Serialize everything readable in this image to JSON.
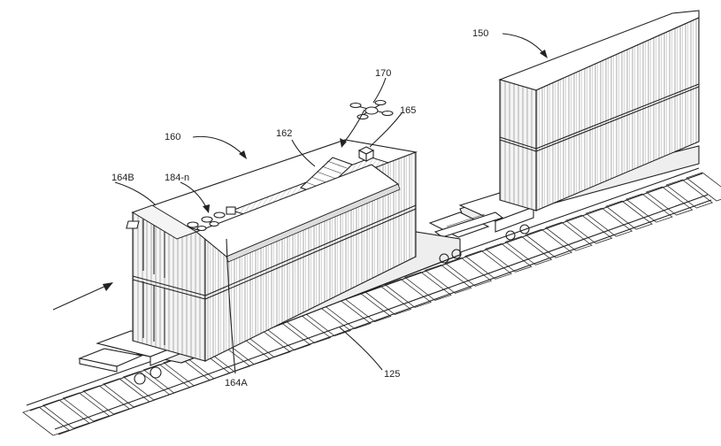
{
  "labels": {
    "ref_150": "150",
    "ref_160": "160",
    "ref_162": "162",
    "ref_164B": "164B",
    "ref_184n": "184-n",
    "ref_165": "165",
    "ref_170": "170",
    "ref_164A": "164A",
    "ref_125": "125"
  },
  "colors": {
    "ink": "#222222",
    "paper": "#ffffff"
  }
}
